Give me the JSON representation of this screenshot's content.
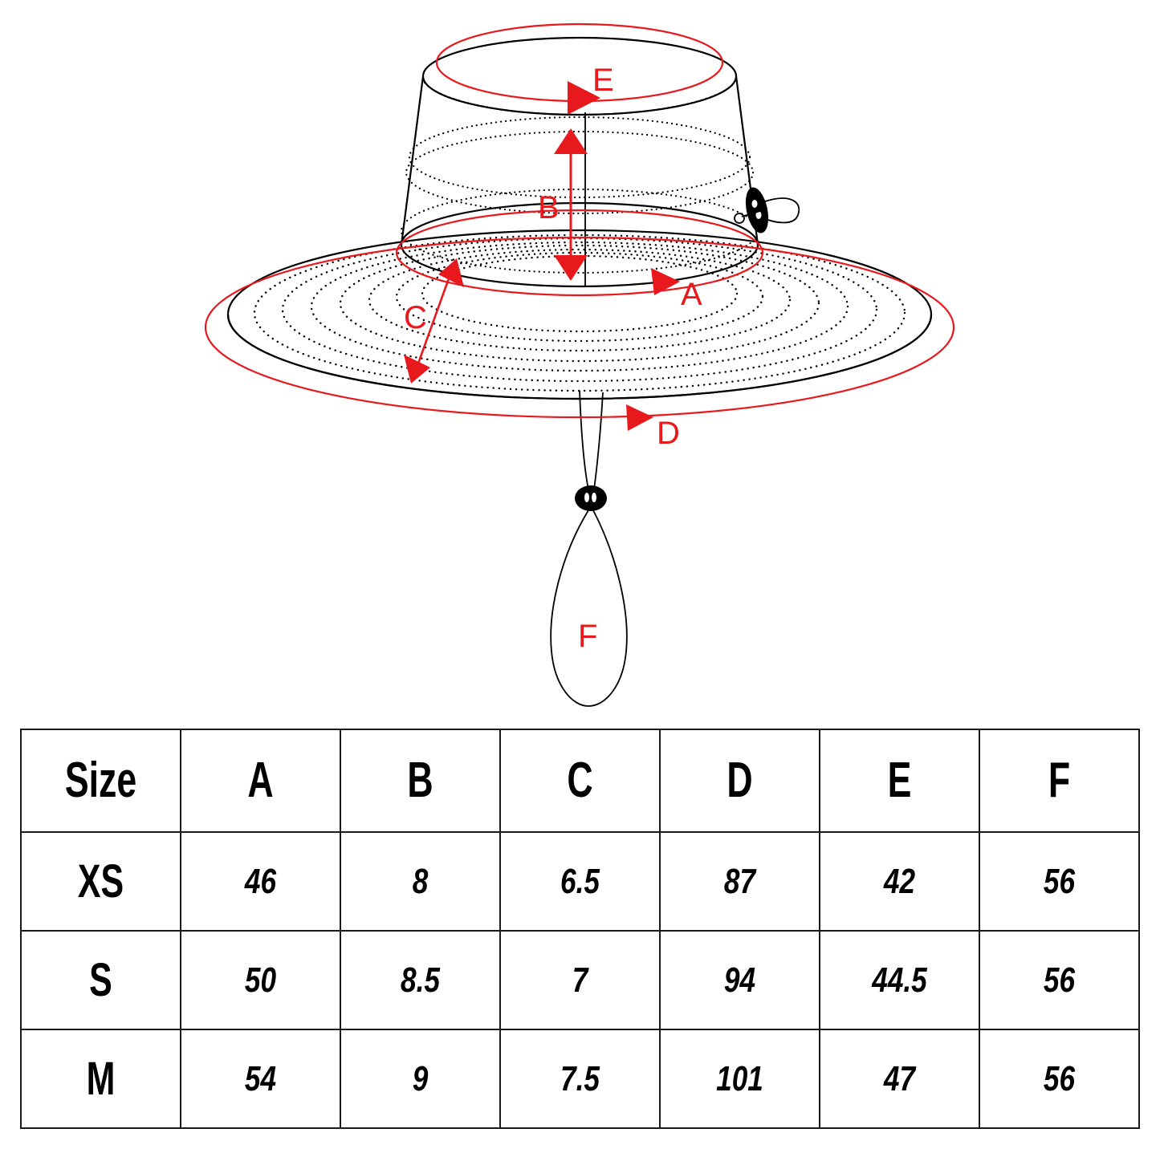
{
  "diagram": {
    "title": "Bucket hat measurement diagram",
    "accent_red": "#e8191d",
    "line_black": "#000000",
    "labels": {
      "A": "A",
      "B": "B",
      "C": "C",
      "D": "D",
      "E": "E",
      "F": "F"
    },
    "label_meanings": {
      "A": "head-circumference / sweatband line",
      "B": "crown height",
      "C": "brim width",
      "D": "outer brim circumference",
      "E": "top crown circumference",
      "F": "chin cord loop length"
    },
    "parts": {
      "crown": "crown-cone",
      "brim": "brim-ellipse",
      "cord_lock_side": "side-cord-lock",
      "cord_lock_chin": "chin-cord-lock",
      "chin_strap": "chin-strap-loop"
    }
  },
  "table": {
    "columns": [
      "Size",
      "A",
      "B",
      "C",
      "D",
      "E",
      "F"
    ],
    "rows": [
      {
        "size": "XS",
        "values": [
          "46",
          "8",
          "6.5",
          "87",
          "42",
          "56"
        ]
      },
      {
        "size": "S",
        "values": [
          "50",
          "8.5",
          "7",
          "94",
          "44.5",
          "56"
        ]
      },
      {
        "size": "M",
        "values": [
          "54",
          "9",
          "7.5",
          "101",
          "47",
          "56"
        ]
      }
    ]
  }
}
